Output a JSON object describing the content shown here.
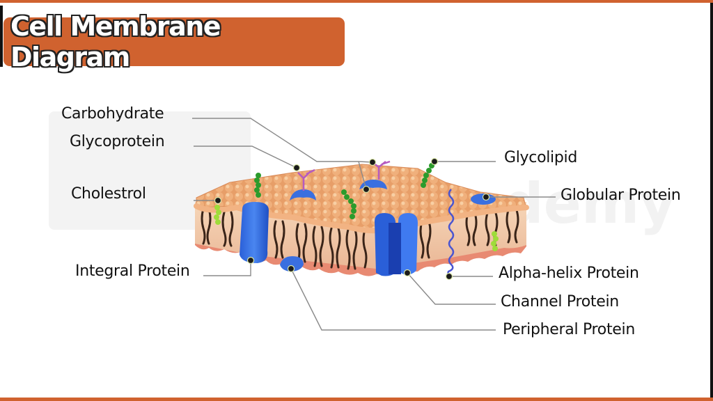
{
  "title": "Cell Membrane Diagram",
  "colors": {
    "accent": "#d0622f",
    "lipid_head": "#eaa46e",
    "lipid_tail": "#f3cfae",
    "protein": "#3a6fe0",
    "carbohydrate_chain": "#2c9b2c",
    "glyco_branch": "#b55bc0",
    "cholesterol": "#9fdc3a",
    "leader_line": "#8a8a8a"
  },
  "labels": {
    "carbohydrate": "Carbohydrate",
    "glycoprotein": "Glycoprotein",
    "cholestrol": "Cholestrol",
    "integral_protein": "Integral Protein",
    "glycolipid": "Glycolipid",
    "globular_protein": "Globular Protein",
    "alpha_helix_protein": "Alpha-helix Protein",
    "channel_protein": "Channel Protein",
    "peripheral_protein": "Peripheral Protein"
  }
}
